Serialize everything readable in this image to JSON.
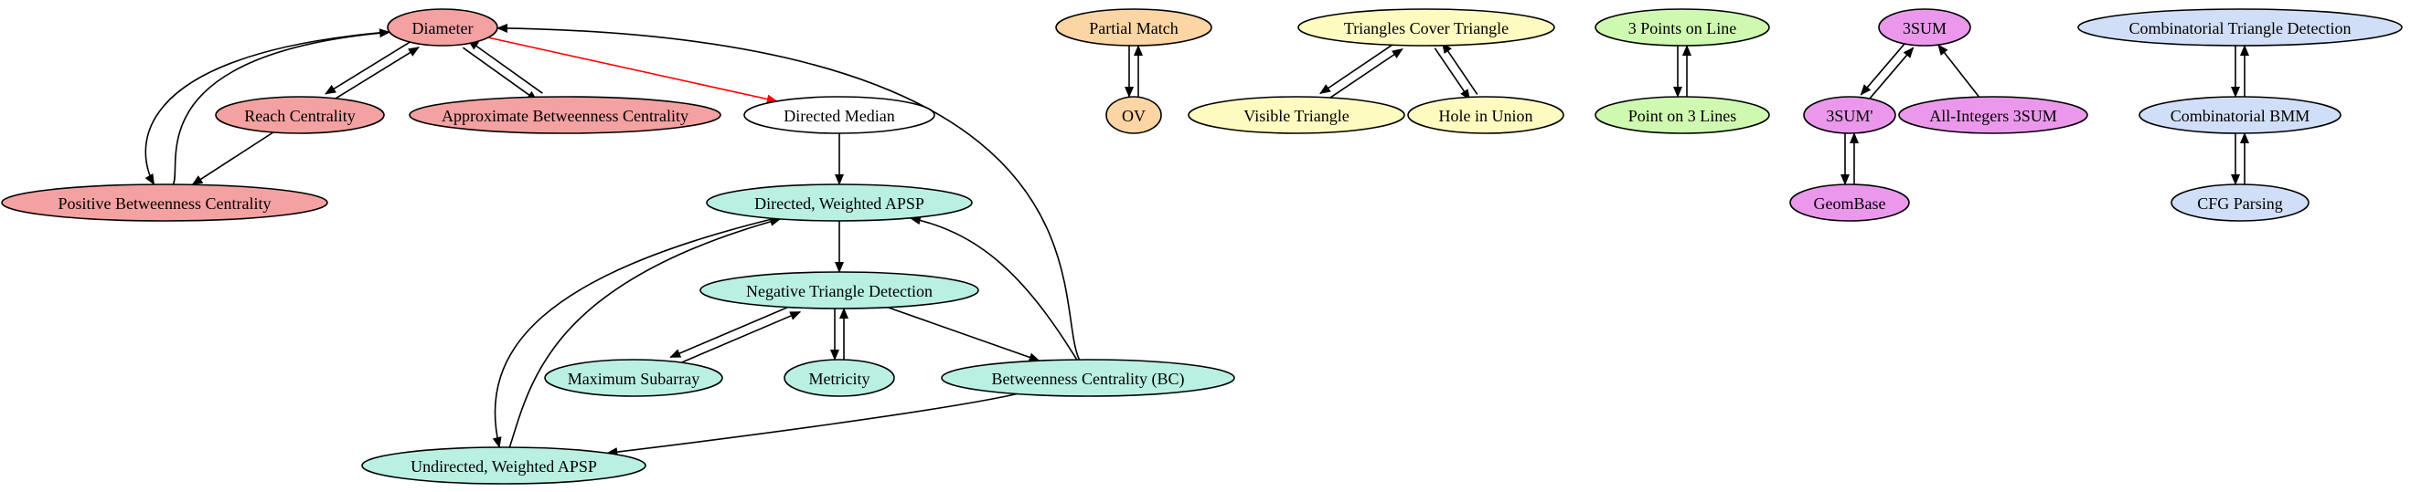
{
  "colors": {
    "red": "#f4a1a1",
    "white": "#ffffff",
    "teal": "#b9f0e2",
    "orange": "#fcd5a4",
    "yellow": "#fdfbbf",
    "green": "#cff9b1",
    "magenta": "#eb98ec",
    "blue": "#d0dff7",
    "edge_default": "#000000",
    "edge_highlight": "#ff0000"
  },
  "nodes": [
    {
      "id": "diameter",
      "label": "Diameter",
      "color": "red"
    },
    {
      "id": "reach",
      "label": "Reach Centrality",
      "color": "red"
    },
    {
      "id": "approx_bc",
      "label": "Approximate Betweenness Centrality",
      "color": "red"
    },
    {
      "id": "pos_bc",
      "label": "Positive Betweenness Centrality",
      "color": "red"
    },
    {
      "id": "dir_median",
      "label": "Directed Median",
      "color": "white"
    },
    {
      "id": "dir_apsp",
      "label": "Directed, Weighted APSP",
      "color": "teal"
    },
    {
      "id": "neg_tri",
      "label": "Negative Triangle Detection",
      "color": "teal"
    },
    {
      "id": "max_sub",
      "label": "Maximum Subarray",
      "color": "teal"
    },
    {
      "id": "metricity",
      "label": "Metricity",
      "color": "teal"
    },
    {
      "id": "bc",
      "label": "Betweenness Centrality (BC)",
      "color": "teal"
    },
    {
      "id": "undir_apsp",
      "label": "Undirected, Weighted APSP",
      "color": "teal"
    },
    {
      "id": "partial_match",
      "label": "Partial Match",
      "color": "orange"
    },
    {
      "id": "ov",
      "label": "OV",
      "color": "orange"
    },
    {
      "id": "tri_cover",
      "label": "Triangles Cover Triangle",
      "color": "yellow"
    },
    {
      "id": "vis_tri",
      "label": "Visible Triangle",
      "color": "yellow"
    },
    {
      "id": "hole_union",
      "label": "Hole in Union",
      "color": "yellow"
    },
    {
      "id": "pts_line",
      "label": "3 Points on Line",
      "color": "green"
    },
    {
      "id": "pt_lines",
      "label": "Point on 3 Lines",
      "color": "green"
    },
    {
      "id": "sum3",
      "label": "3SUM",
      "color": "magenta"
    },
    {
      "id": "sum3p",
      "label": "3SUM'",
      "color": "magenta"
    },
    {
      "id": "allint",
      "label": "All-Integers 3SUM",
      "color": "magenta"
    },
    {
      "id": "geombase",
      "label": "GeomBase",
      "color": "magenta"
    },
    {
      "id": "comb_tri",
      "label": "Combinatorial Triangle Detection",
      "color": "blue"
    },
    {
      "id": "comb_bmm",
      "label": "Combinatorial BMM",
      "color": "blue"
    },
    {
      "id": "cfg",
      "label": "CFG Parsing",
      "color": "blue"
    }
  ],
  "edges": [
    {
      "from": "reach",
      "to": "diameter"
    },
    {
      "from": "diameter",
      "to": "reach"
    },
    {
      "from": "approx_bc",
      "to": "diameter"
    },
    {
      "from": "diameter",
      "to": "approx_bc"
    },
    {
      "from": "pos_bc",
      "to": "diameter"
    },
    {
      "from": "diameter",
      "to": "pos_bc"
    },
    {
      "from": "reach",
      "to": "pos_bc"
    },
    {
      "from": "diameter",
      "to": "dir_median",
      "color": "edge_highlight"
    },
    {
      "from": "dir_median",
      "to": "dir_apsp"
    },
    {
      "from": "bc",
      "to": "diameter"
    },
    {
      "from": "dir_apsp",
      "to": "neg_tri"
    },
    {
      "from": "max_sub",
      "to": "neg_tri"
    },
    {
      "from": "neg_tri",
      "to": "max_sub"
    },
    {
      "from": "metricity",
      "to": "neg_tri"
    },
    {
      "from": "neg_tri",
      "to": "metricity"
    },
    {
      "from": "neg_tri",
      "to": "bc"
    },
    {
      "from": "bc",
      "to": "dir_apsp"
    },
    {
      "from": "dir_apsp",
      "to": "undir_apsp"
    },
    {
      "from": "undir_apsp",
      "to": "dir_apsp"
    },
    {
      "from": "bc",
      "to": "undir_apsp"
    },
    {
      "from": "partial_match",
      "to": "ov"
    },
    {
      "from": "ov",
      "to": "partial_match"
    },
    {
      "from": "vis_tri",
      "to": "tri_cover"
    },
    {
      "from": "tri_cover",
      "to": "vis_tri"
    },
    {
      "from": "tri_cover",
      "to": "hole_union"
    },
    {
      "from": "hole_union",
      "to": "tri_cover"
    },
    {
      "from": "pts_line",
      "to": "pt_lines"
    },
    {
      "from": "pt_lines",
      "to": "pts_line"
    },
    {
      "from": "sum3",
      "to": "sum3p"
    },
    {
      "from": "sum3p",
      "to": "sum3"
    },
    {
      "from": "allint",
      "to": "sum3"
    },
    {
      "from": "sum3p",
      "to": "geombase"
    },
    {
      "from": "geombase",
      "to": "sum3p"
    },
    {
      "from": "comb_tri",
      "to": "comb_bmm"
    },
    {
      "from": "comb_bmm",
      "to": "comb_tri"
    },
    {
      "from": "comb_bmm",
      "to": "cfg"
    },
    {
      "from": "cfg",
      "to": "comb_bmm"
    }
  ]
}
